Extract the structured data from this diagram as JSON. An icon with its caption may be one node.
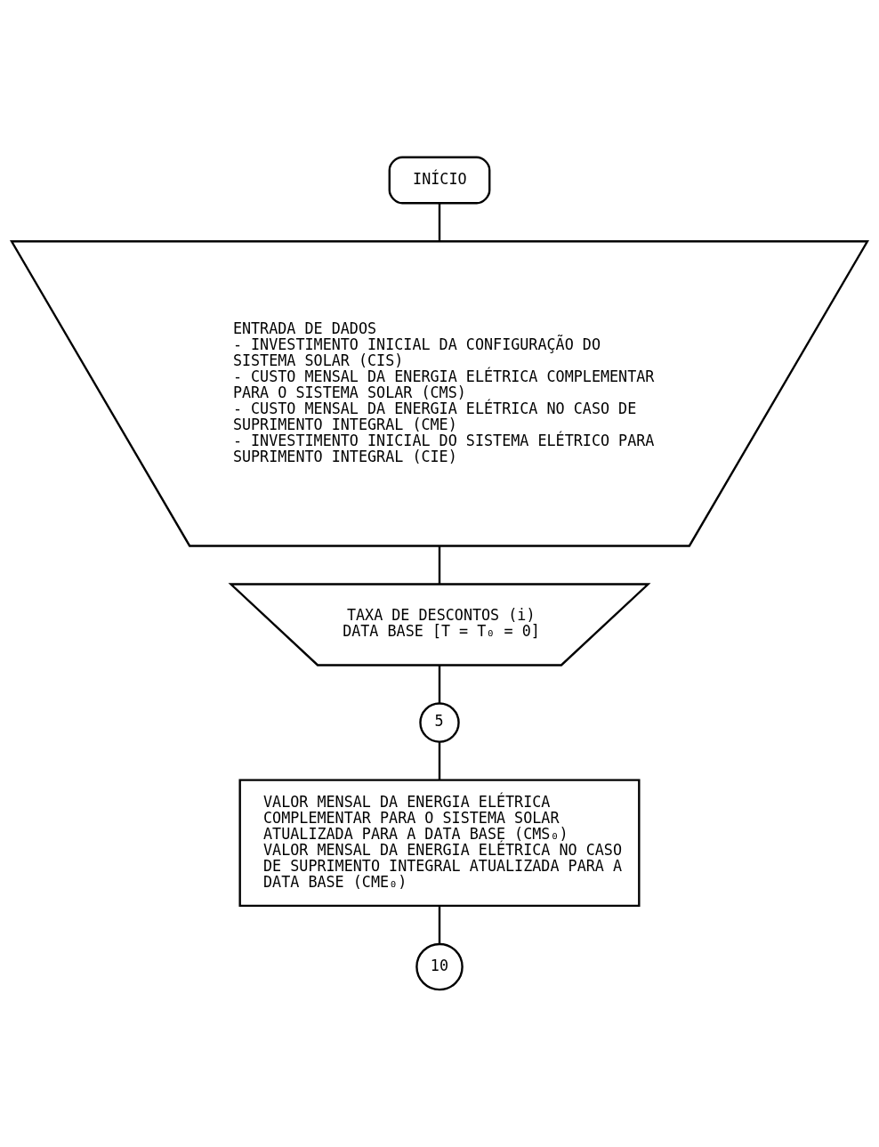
{
  "diagram": {
    "nodes": [
      {
        "text": [
          "INÍCIO"
        ]
      },
      {
        "text": [
          "ENTRADA DE DADOS",
          "- INVESTIMENTO INICIAL DA CONFIGURAÇÃO DO SISTEMA SOLAR (CIS)",
          "- CUSTO MENSAL DA ENERGIA ELÉTRICA COMPLEMENTAR PARA O SISTEMA SOLAR (CMS)",
          "- CUSTO MENSAL DA ENERGIA ELÉTRICA NO CASO DE SUPRIMENTO INTEGRAL (CME)",
          "- INVESTIMENTO INICIAL DO SISTEMA ELÉTRICO PARA SUPRIMENTO INTEGRAL (CIE)"
        ]
      },
      {
        "text": [
          "TAXA DE DESCONTOS (i)",
          "DATA BASE [T = T₀ = 0]"
        ]
      },
      {
        "text": [
          "5"
        ]
      },
      {
        "text": [
          "VALOR MENSAL DA ENERGIA ELÉTRICA COMPLEMENTAR PARA O SISTEMA SOLAR ATUALIZADA PARA A DATA BASE (CMS₀)",
          "VALOR MENSAL DA ENERGIA ELÉTRICA NO CASO DE SUPRIMENTO INTEGRAL ATUALIZADA PARA A DATA BASE (CME₀)"
        ]
      },
      {
        "text": [
          "10"
        ]
      }
    ],
    "edges": [
      {
        "from": 0,
        "to": 1,
        "arrow": "none"
      },
      {
        "from": 1,
        "to": 2,
        "arrow": "none"
      },
      {
        "from": 2,
        "to": 3,
        "arrow": "none"
      },
      {
        "from": 3,
        "to": 4,
        "arrow": "none"
      },
      {
        "from": 4,
        "to": 5,
        "arrow": "none"
      }
    ]
  }
}
